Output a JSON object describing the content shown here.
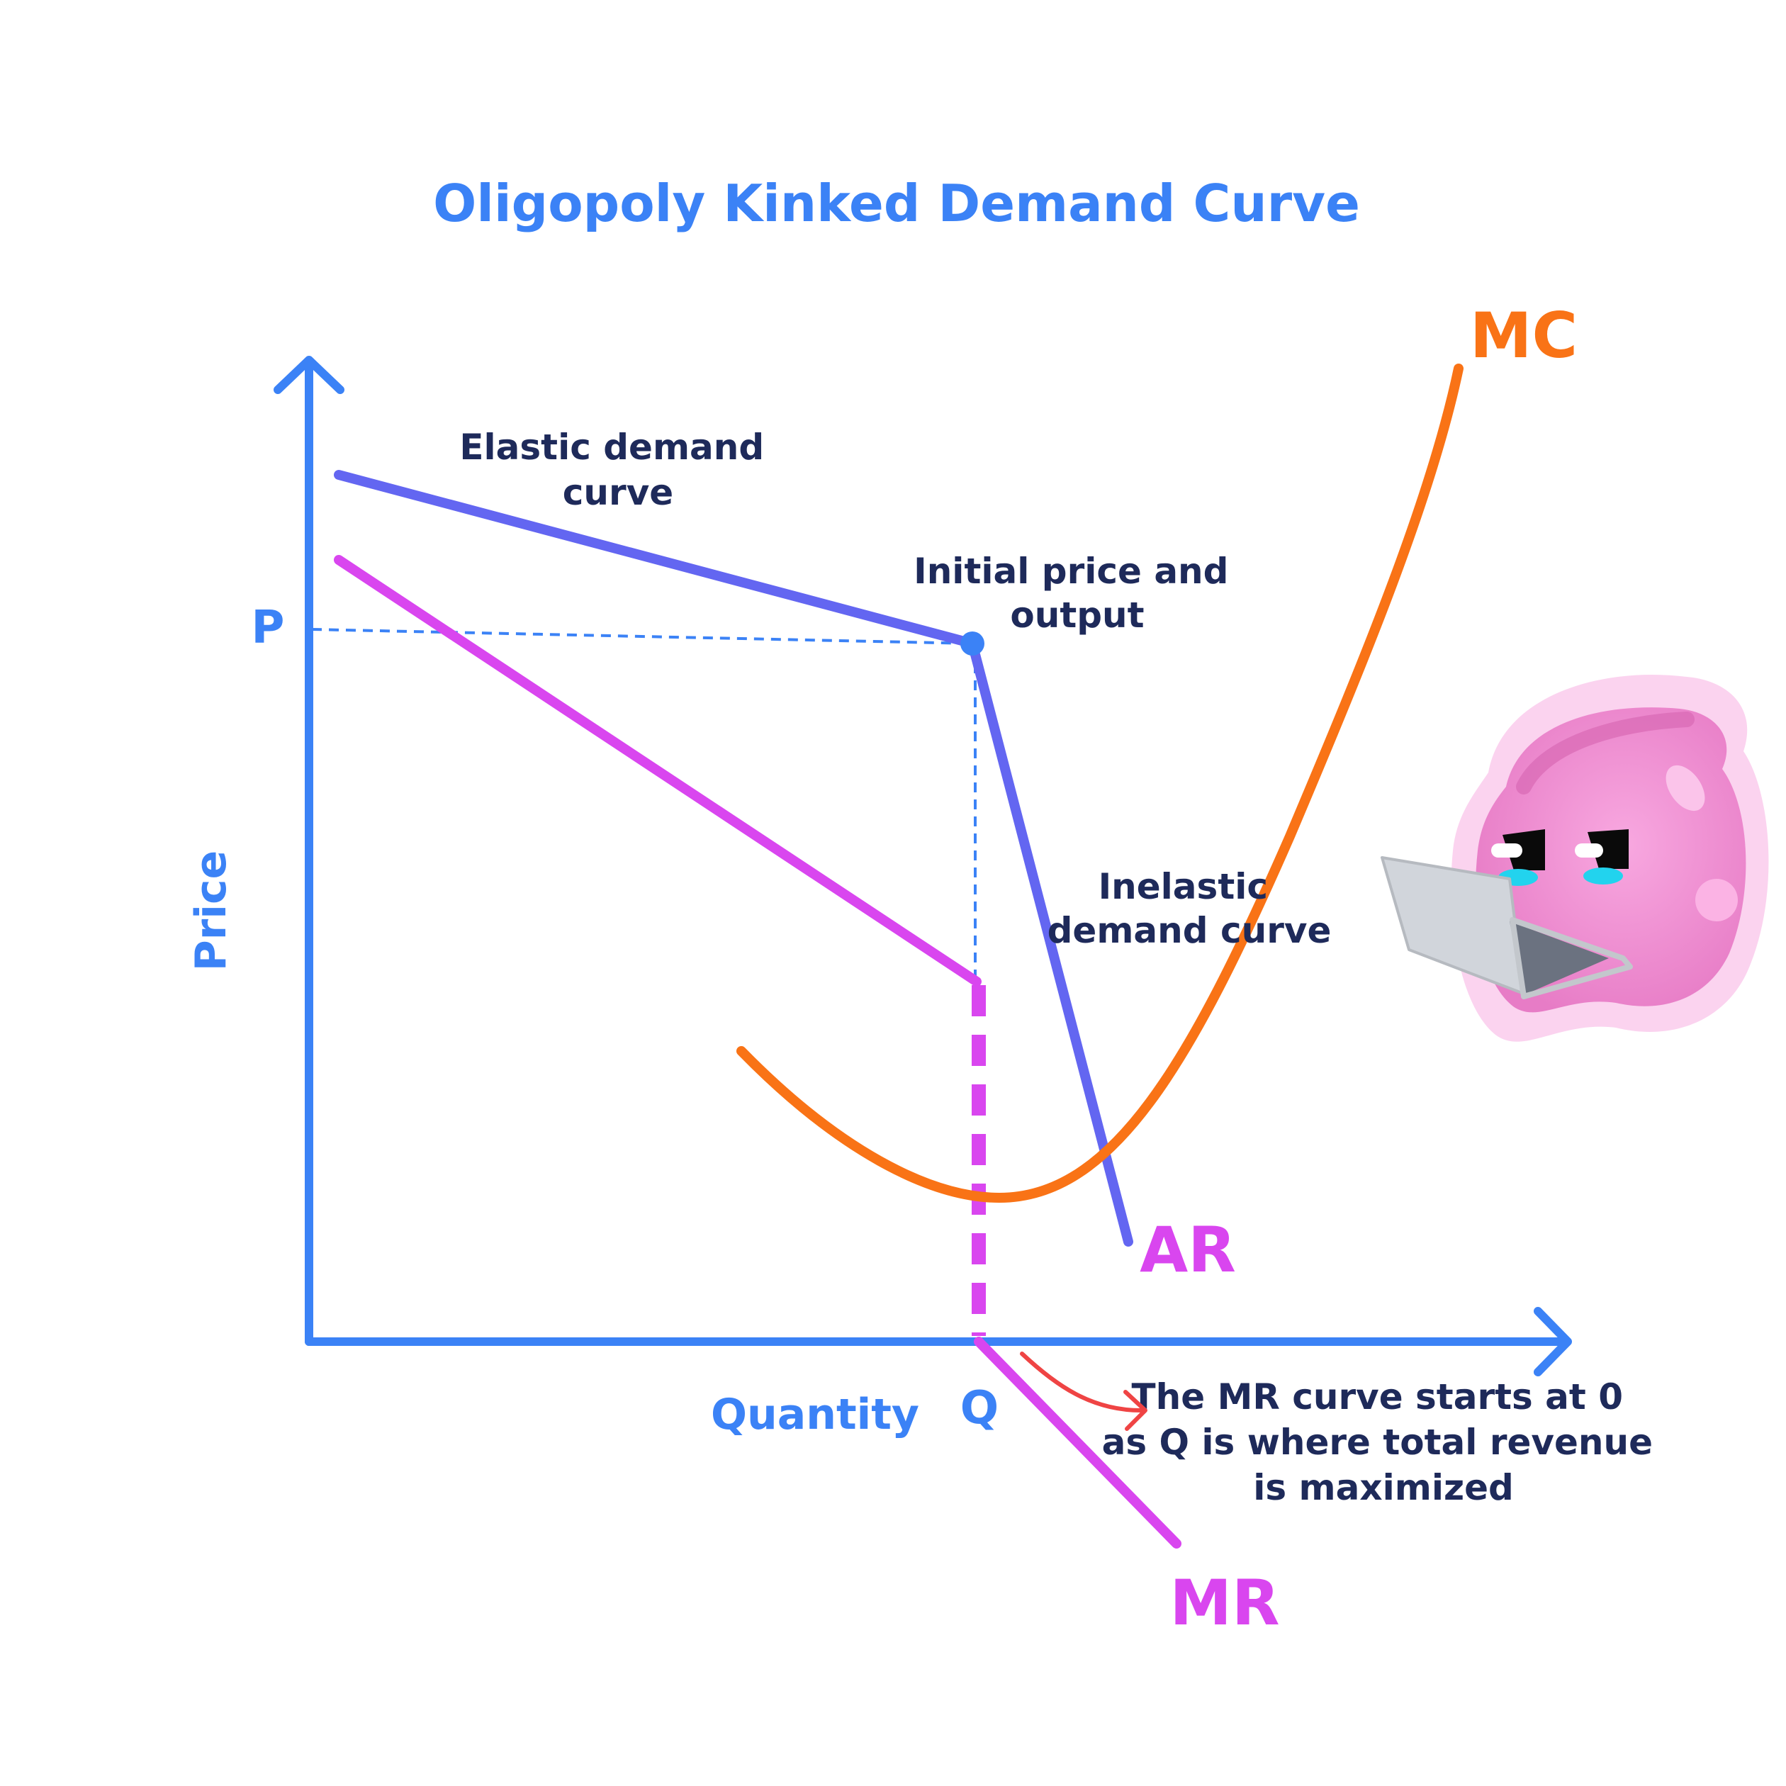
{
  "title": "Oligopoly Kinked Demand Curve",
  "axes": {
    "x_label": "Quantity",
    "y_label": "Price",
    "x_tick": "Q",
    "y_tick": "P"
  },
  "curves": {
    "ar": "AR",
    "mr": "MR",
    "mc": "MC"
  },
  "annotations": {
    "elastic": [
      "Elastic demand",
      "curve"
    ],
    "inelastic": [
      "Inelastic",
      "demand curve"
    ],
    "kink": [
      "Initial price and",
      "output"
    ],
    "mr_note": [
      "The MR curve starts at 0",
      "as Q is where total revenue",
      "is maximized"
    ]
  },
  "colors": {
    "axis": "#3b82f6",
    "ar": "#6366f1",
    "mr": "#d946ef",
    "mc": "#f97316",
    "note_text": "#1e2a5a",
    "arrow": "#ef4444",
    "mascot_body": "#f59ad8",
    "laptop": "#d1d5db"
  },
  "icons": {
    "mascot": "pink-blob-mascot-with-laptop-icon"
  }
}
